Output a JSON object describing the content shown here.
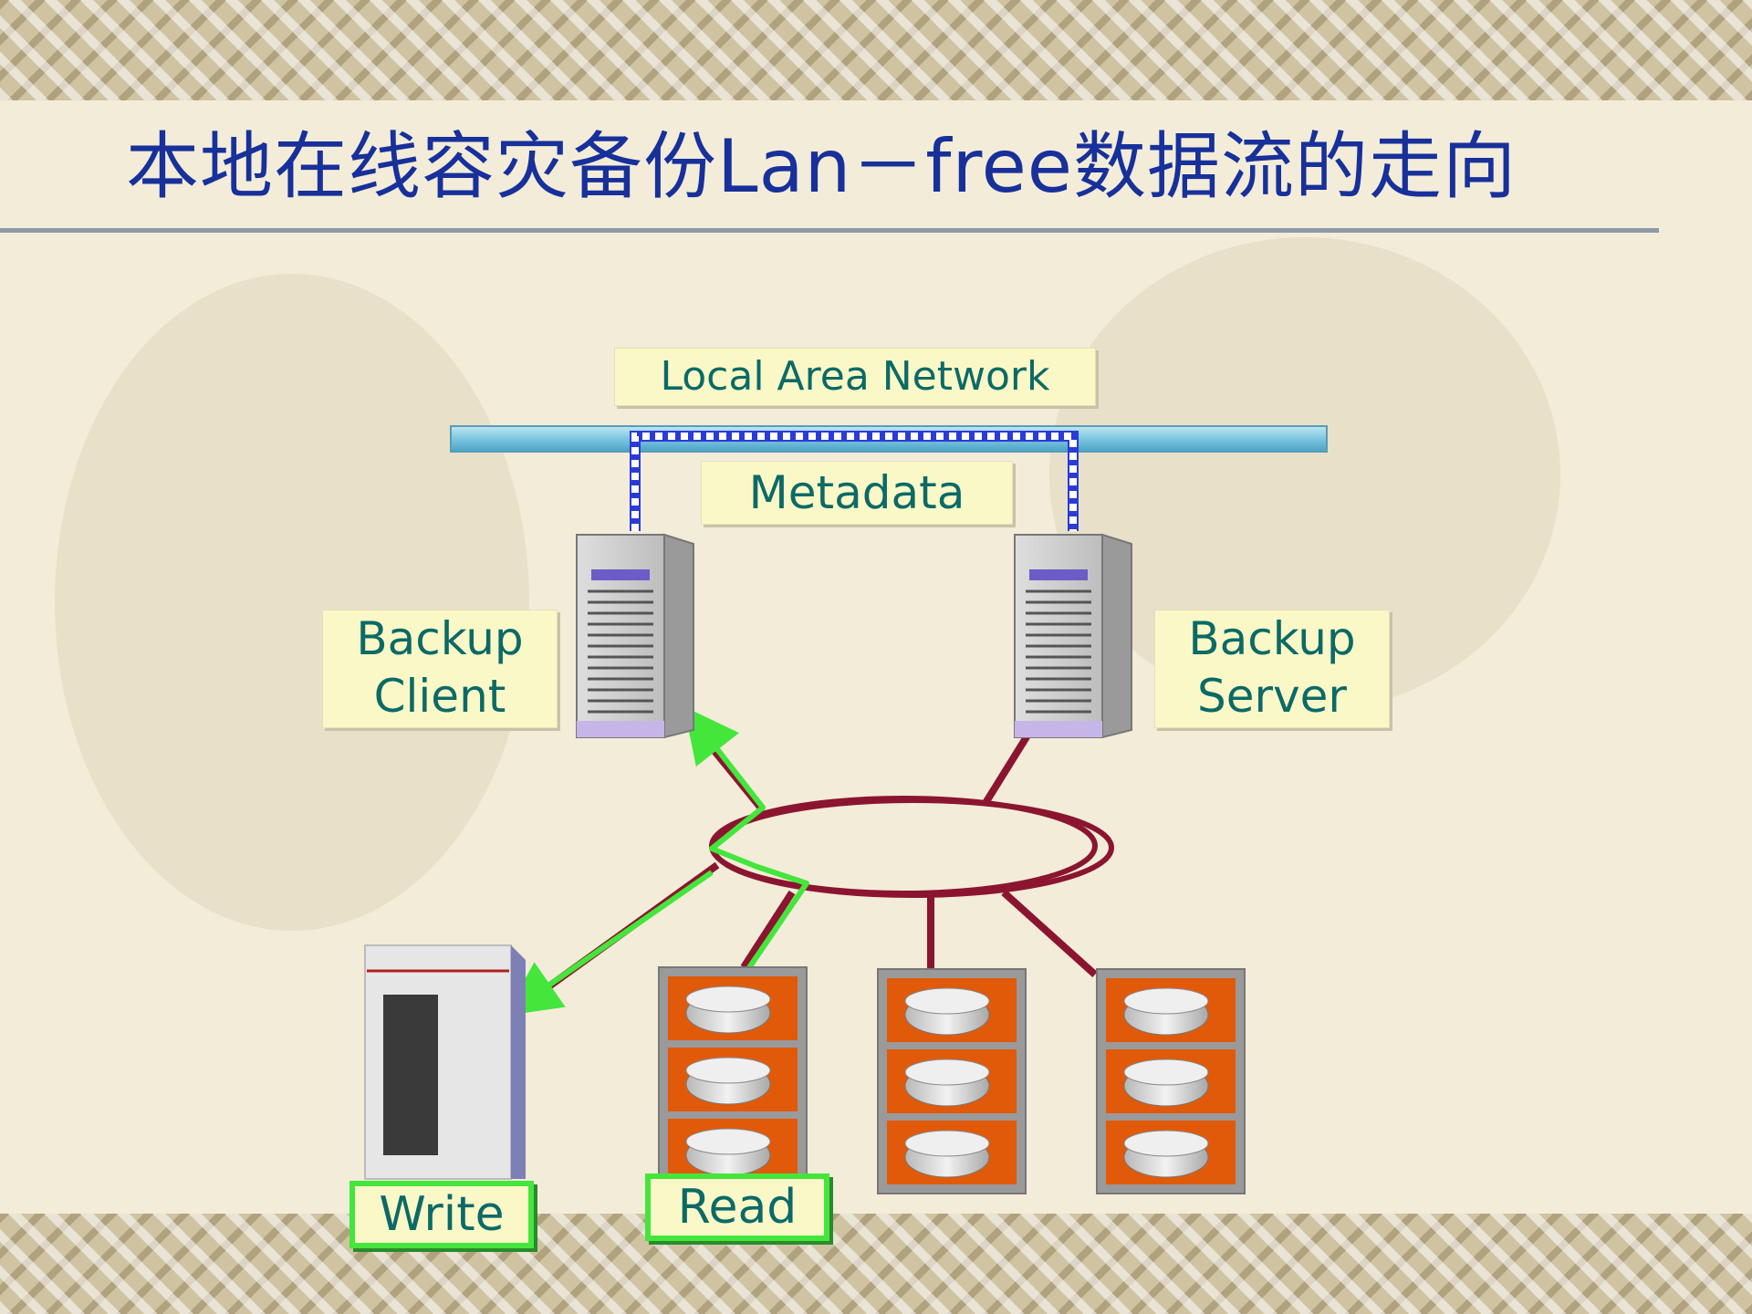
{
  "title": "本地在线容灾备份Lan－free数据流的走向",
  "labels": {
    "lan": "Local Area Network",
    "metadata": "Metadata",
    "client_line1": "Backup",
    "client_line2": "Client",
    "server_line1": "Backup",
    "server_line2": "Server",
    "write": "Write",
    "read": "Read"
  },
  "colors": {
    "title": "#17309a",
    "label_text": "#0b6a66",
    "label_bg": "#fbf8c8",
    "lan_bar": "#8fd0e6",
    "metadata_path": "#ffffff",
    "san_ring": "#8b1530",
    "data_flow": "#44e63c",
    "disk_bay": "#e05a0a"
  }
}
